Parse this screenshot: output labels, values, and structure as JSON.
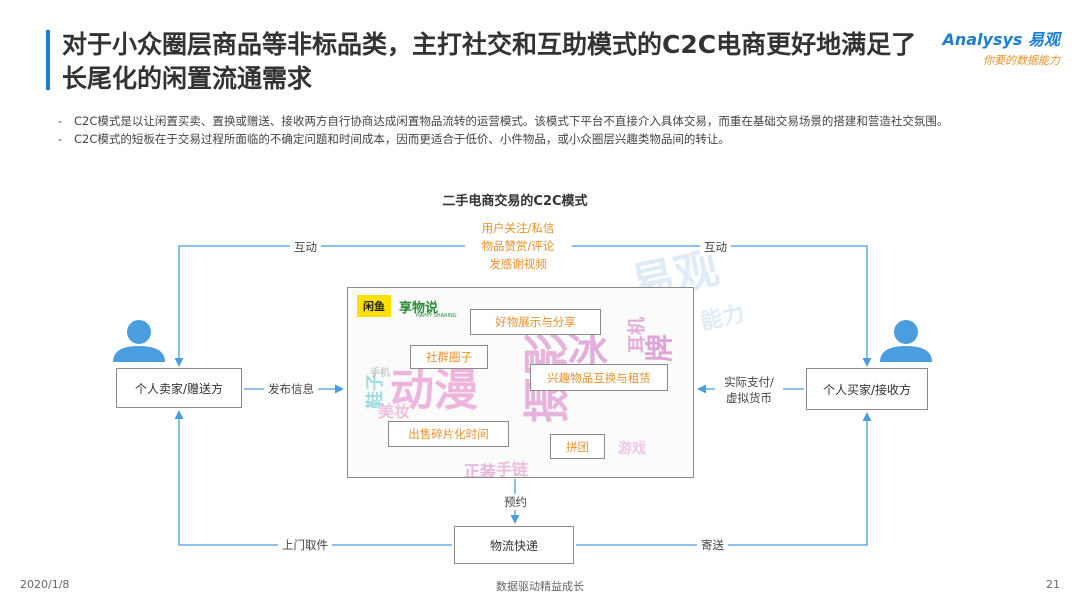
{
  "header": {
    "title": "对于小众圈层商品等非标品类，主打社交和互助模式的C2C电商更好地满足了长尾化的闲置流通需求",
    "logo_brand": "Analysys 易观",
    "logo_slogan": "你要的数据能力"
  },
  "bullets": [
    "C2C模式是以让闲置买卖、置换或赠送、接收两方自行协商达成闲置物品流转的运营模式。该模式下平台不直接介入具体交易，而重在基础交易场景的搭建和营造社交氛围。",
    "C2C模式的短板在于交易过程所面临的不确定问题和时间成本，因而更适合于低价、小件物品，或小众圈层兴趣类物品间的转让。"
  ],
  "diagram": {
    "title": "二手电商交易的C2C模式",
    "nodes": {
      "seller": "个人卖家/赠送方",
      "buyer": "个人买家/接收方",
      "logistics": "物流快递"
    },
    "edges": {
      "top_left": "互动",
      "top_right": "互动",
      "publish": "发布信息",
      "payment": "实际支付/虚拟货币",
      "reserve": "预约",
      "pickup": "上门取件",
      "deliver": "寄送"
    },
    "interactions": [
      "用户关注/私信",
      "物品赞赏/评论",
      "发感谢视频"
    ],
    "platform_logos": [
      "闲鱼",
      "享物说",
      "HAPPY SHARING"
    ],
    "features": [
      "好物展示与分享",
      "社群圈子",
      "兴趣物品互换与租赁",
      "出售碎片化时间",
      "拼团"
    ],
    "word_cloud": [
      "动漫",
      "摄影",
      "冰",
      "手链",
      "正装",
      "鞋子",
      "游戏",
      "牌",
      "手机",
      "耳机",
      "美妆"
    ]
  },
  "footer": {
    "date": "2020/1/8",
    "slogan": "数据驱动精益成长",
    "page": "21"
  },
  "colors": {
    "accent": "#1a7fd4",
    "orange": "#e8912c",
    "arrow": "#4a9ee0",
    "person": "#4a9ee0"
  }
}
